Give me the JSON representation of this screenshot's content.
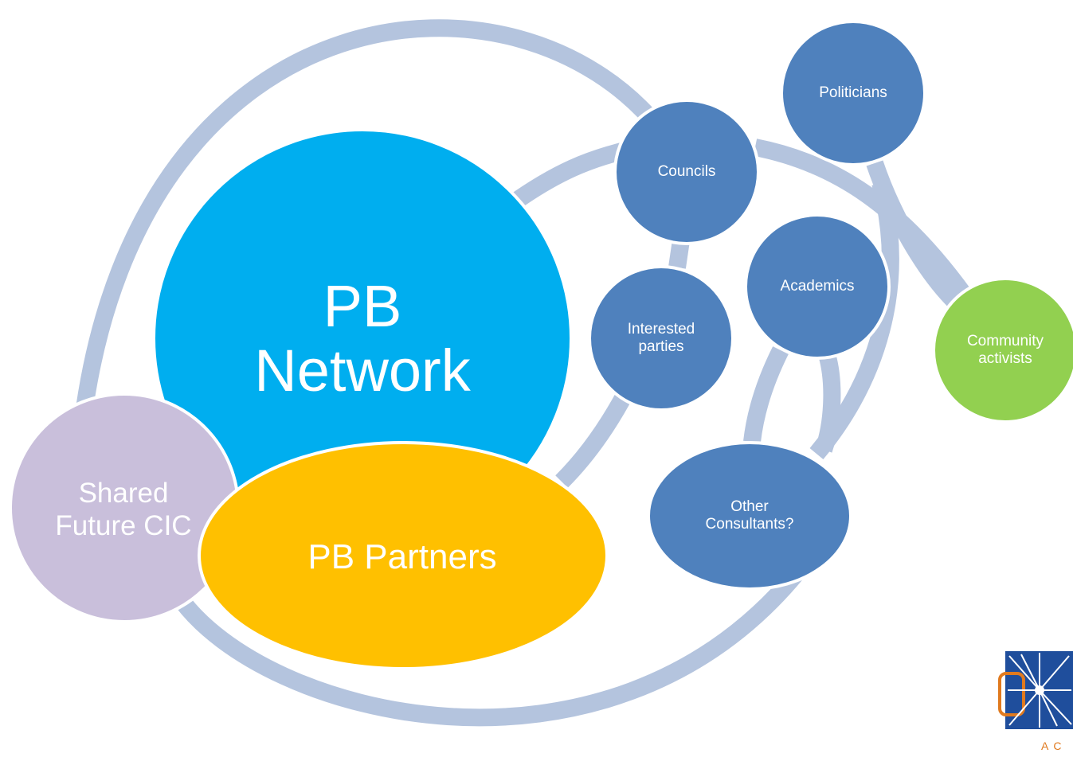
{
  "nodes": {
    "pb_network": {
      "line1": "PB",
      "line2": "Network",
      "color": "#00AEEF"
    },
    "pb_partners": {
      "label": "PB Partners",
      "color": "#FFC000"
    },
    "shared_future": {
      "line1": "Shared",
      "line2": "Future CIC",
      "color": "#C9BFDB"
    },
    "councils": {
      "label": "Councils",
      "color": "#4F81BD"
    },
    "politicians": {
      "label": "Politicians",
      "color": "#4F81BD"
    },
    "interested_parties": {
      "line1": "Interested",
      "line2": "parties",
      "color": "#4F81BD"
    },
    "academics": {
      "label": "Academics",
      "color": "#4F81BD"
    },
    "community_activists": {
      "line1": "Community",
      "line2": "activists",
      "color": "#92D050"
    },
    "other_consultants": {
      "line1": "Other",
      "line2": "Consultants?",
      "color": "#4F81BD"
    }
  },
  "connector_color": "#B4C4DE",
  "logo": {
    "name": "organisation-logo-icon",
    "partial_text": "AC"
  }
}
